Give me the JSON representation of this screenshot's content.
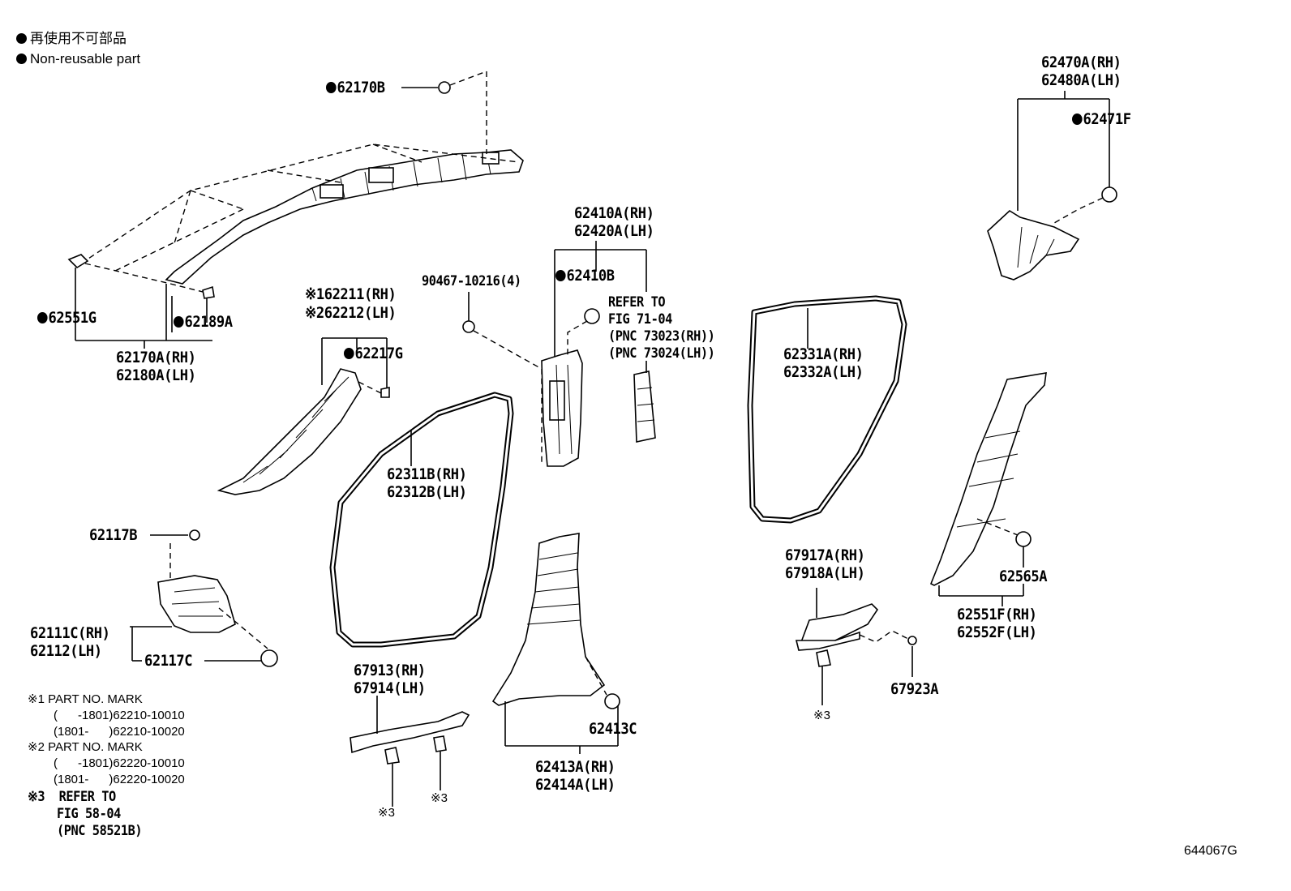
{
  "legend": {
    "jp": "再使用不可部品",
    "en": "Non-reusable part"
  },
  "labels": {
    "p62170B": "62170B",
    "p62551G": "62551G",
    "p62189A": "62189A",
    "p62170A": "62170A(RH)",
    "p62180A": "62180A(LH)",
    "p62211": "※162211(RH)",
    "p62212": "※262212(LH)",
    "p62217G": "62217G",
    "p90467": "90467-10216(4)",
    "p62410A": "62410A(RH)",
    "p62420A": "62420A(LH)",
    "p62410B": "62410B",
    "refer1": "REFER TO",
    "refer2": "FIG 71-04",
    "refer3": "(PNC 73023(RH))",
    "refer4": "(PNC 73024(LH))",
    "p62311B": "62311B(RH)",
    "p62312B": "62312B(LH)",
    "p62331A": "62331A(RH)",
    "p62332A": "62332A(LH)",
    "p62470A": "62470A(RH)",
    "p62480A": "62480A(LH)",
    "p62471F": "62471F",
    "p62117B": "62117B",
    "p62111C": "62111C(RH)",
    "p62112": "62112(LH)",
    "p62117C": "62117C",
    "p67913": "67913(RH)",
    "p67914": "67914(LH)",
    "p62413C": "62413C",
    "p62413A": "62413A(RH)",
    "p62414A": "62414A(LH)",
    "p67917A": "67917A(RH)",
    "p67918A": "67918A(LH)",
    "p67923A": "67923A",
    "p62565A": "62565A",
    "p62551F": "62551F(RH)",
    "p62552F": "62552F(LH)",
    "ref3a": "※3",
    "ref3b": "※3",
    "ref3c": "※3"
  },
  "notes": {
    "n1_title": "※1 PART NO. MARK",
    "n1_r1": "(      -1801)62210-10010",
    "n1_r2": "(1801-      )62210-10020",
    "n2_title": "※2 PART NO. MARK",
    "n2_r1": "(      -1801)62220-10010",
    "n2_r2": "(1801-      )62220-10020",
    "n3_title": "※3  REFER TO",
    "n3_r1": "FIG 58-04",
    "n3_r2": "(PNC 58521B)"
  },
  "figure_id": "644067G"
}
